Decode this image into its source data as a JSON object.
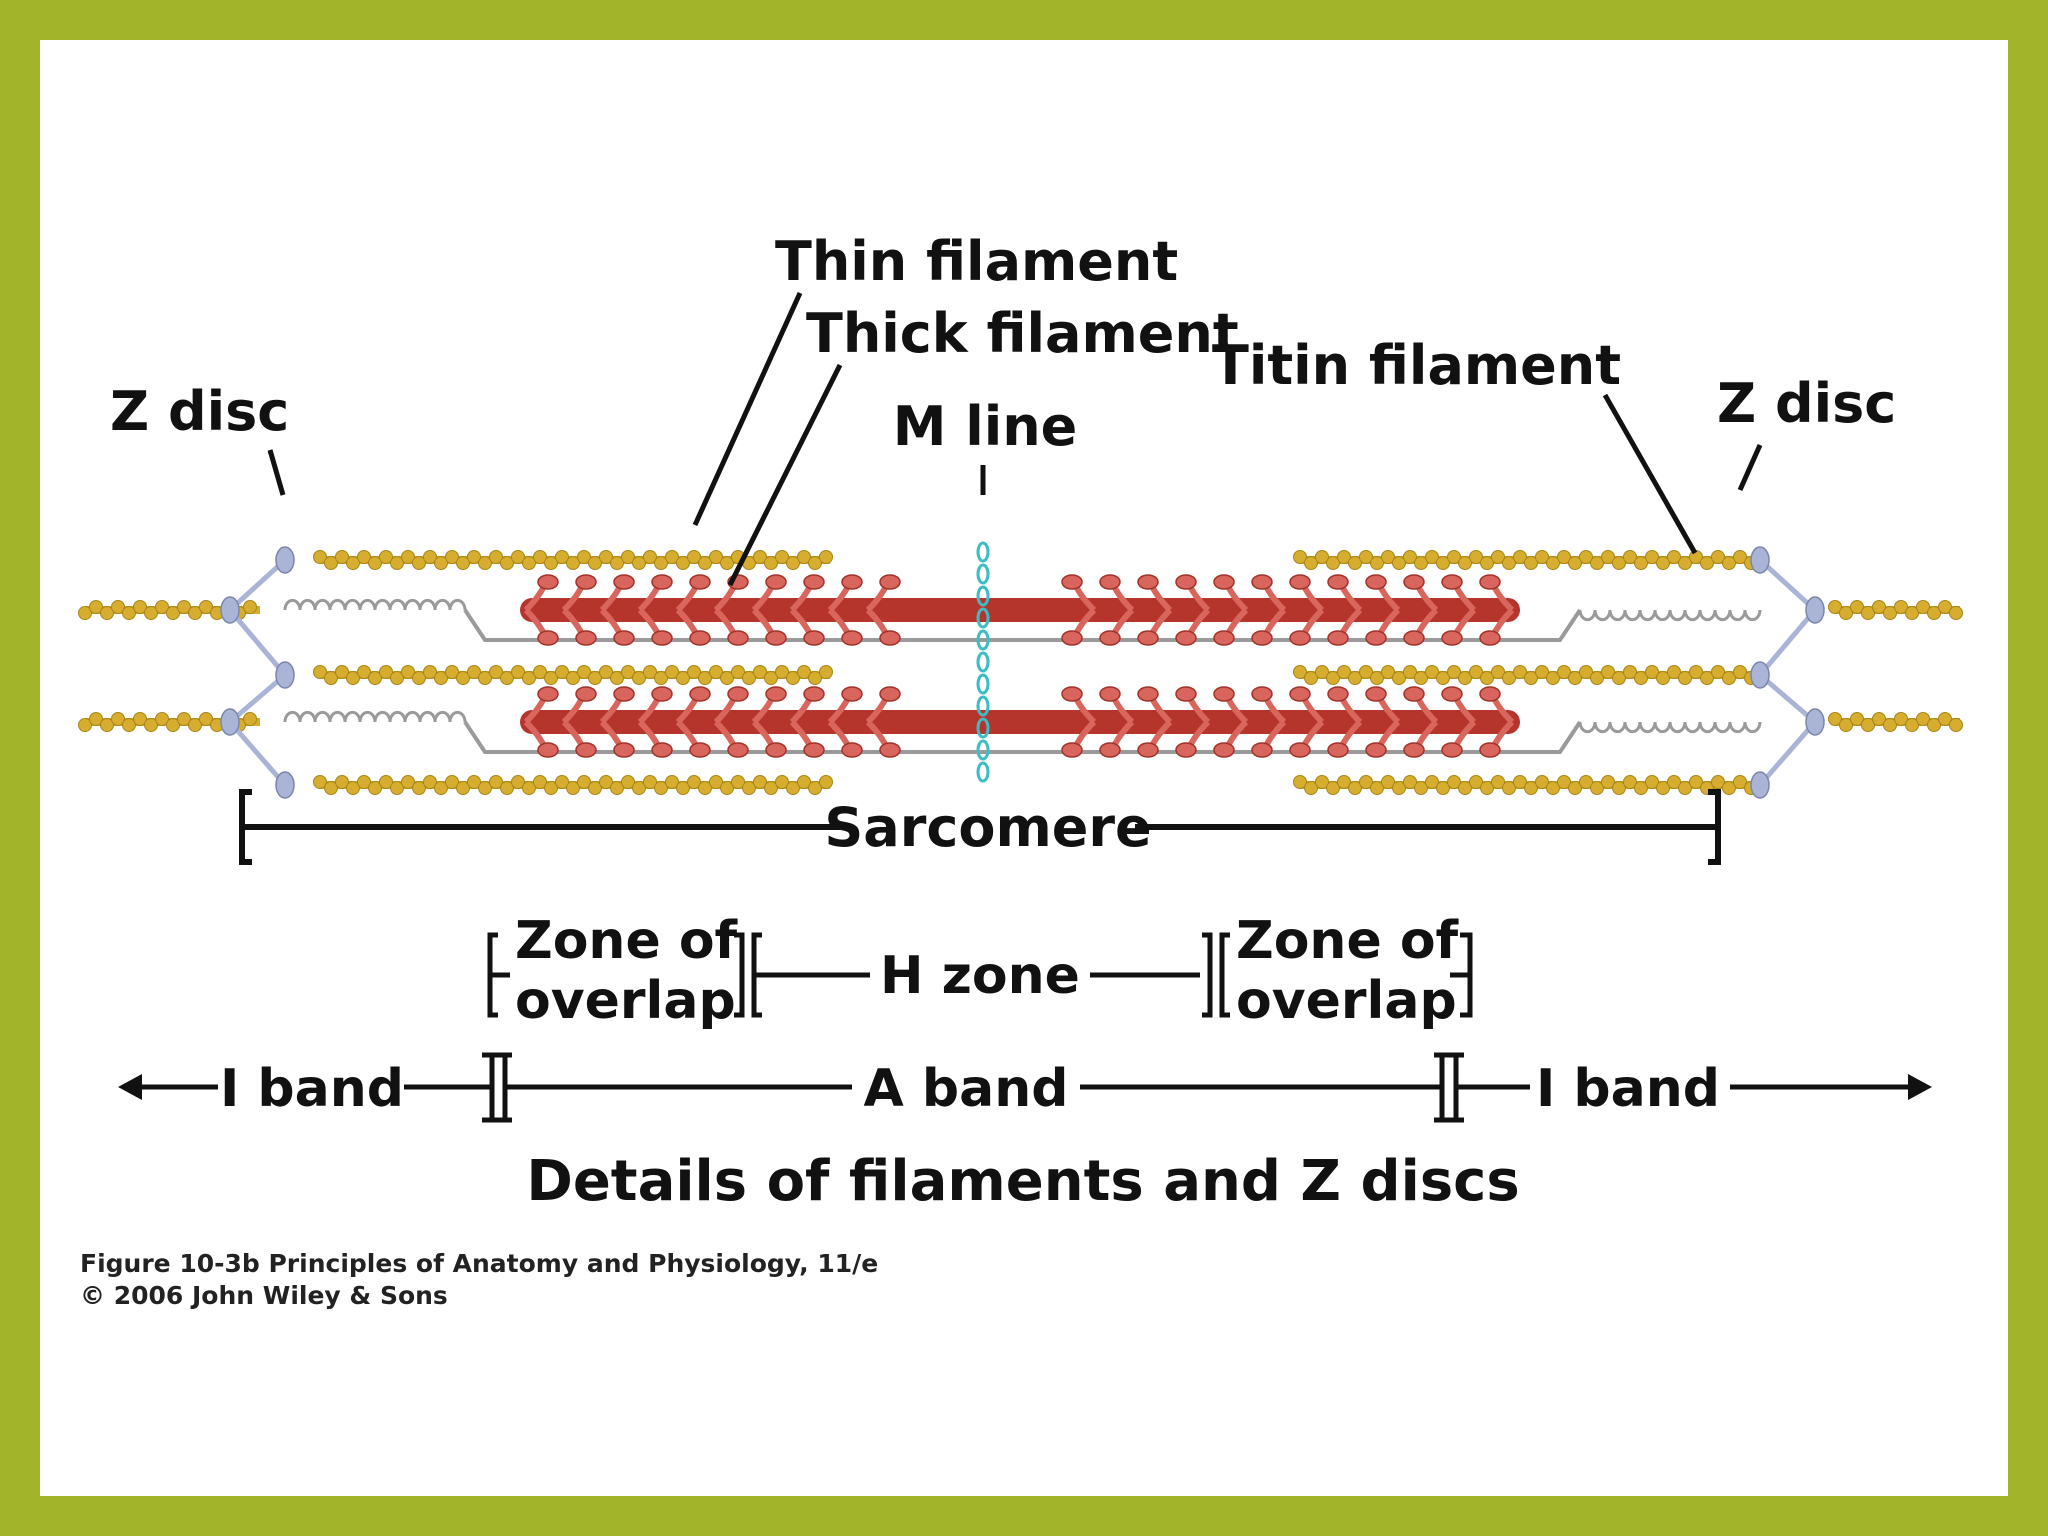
{
  "labels": {
    "thin_filament": "Thin filament",
    "thick_filament": "Thick filament",
    "titin_filament": "Titin filament",
    "m_line": "M line",
    "z_disc_left": "Z disc",
    "z_disc_right": "Z disc",
    "sarcomere": "Sarcomere",
    "zone_of_overlap_left": [
      "Zone of",
      "overlap"
    ],
    "zone_of_overlap_right": [
      "Zone of",
      "overlap"
    ],
    "h_zone": "H zone",
    "i_band_left": "I band",
    "a_band": "A band",
    "i_band_right": "I band"
  },
  "title": "Details of filaments and Z discs",
  "caption": {
    "line1": "Figure 10-3b  Principles of Anatomy and Physiology, 11/e",
    "line2": "© 2006 John Wiley & Sons"
  },
  "colors": {
    "border": "#a2b52a",
    "thin_filament": "#d6ad2e",
    "thick_filament": "#b5352d",
    "myosin_head": "#d9665c",
    "titin": "#9a9a9a",
    "m_line": "#3cbcc4",
    "z_disc": "#aab4d6"
  }
}
